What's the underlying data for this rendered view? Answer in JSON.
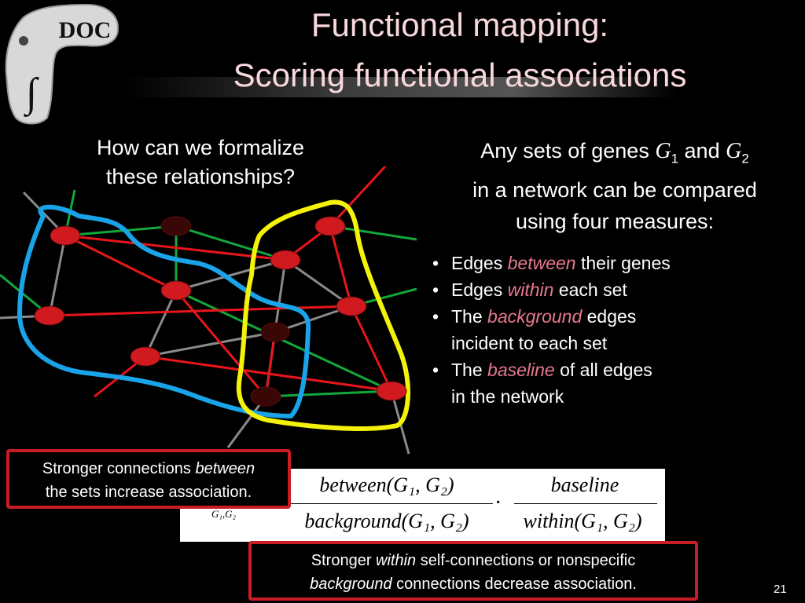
{
  "title": {
    "line1": "Functional mapping:",
    "line2": "Scoring functional associations"
  },
  "logo": {
    "text": "DOC",
    "symbol": "∫"
  },
  "question": {
    "line1": "How can we formalize",
    "line2": "these relationships?"
  },
  "intro": {
    "part1": "Any sets of genes ",
    "g1": "G",
    "g1_sub": "1",
    "and": " and ",
    "g2": "G",
    "g2_sub": "2",
    "line2": "in a network can be compared",
    "line3": "using four measures:"
  },
  "measures": [
    {
      "pre": "Edges ",
      "em": "between",
      "post": " their genes",
      "cont": ""
    },
    {
      "pre": "Edges ",
      "em": "within",
      "post": " each set",
      "cont": ""
    },
    {
      "pre": "The ",
      "em": "background",
      "post": " edges",
      "cont": "incident to each set"
    },
    {
      "pre": "The ",
      "em": "baseline",
      "post": " of all edges",
      "cont": "in the network"
    }
  ],
  "formula": {
    "lhs_sub": "G₁,G₂",
    "num1": "between(G₁, G₂)",
    "den1": "background(G₁, G₂)",
    "dot": "·",
    "num2": "baseline",
    "den2": "within(G₁, G₂)"
  },
  "callout_between": {
    "pre": "Stronger connections ",
    "em": "between",
    "line2": "the sets increase association."
  },
  "callout_within": {
    "pre": "Stronger ",
    "em": "within",
    "post": " self-connections or nonspecific",
    "em2": "background",
    "post2": " connections decrease association."
  },
  "page_number": "21",
  "colors": {
    "title": "#f8d8dc",
    "emphasis": "#e87890",
    "callout_border": "#c81d25",
    "set1_outline": "#1aa3e8",
    "set2_outline": "#f5f20a",
    "edge_red": "#e8151b",
    "edge_green": "#12a83a",
    "edge_gray": "#8a8a8a",
    "node_red": "#d11a1f",
    "node_dark": "#3a0707"
  }
}
